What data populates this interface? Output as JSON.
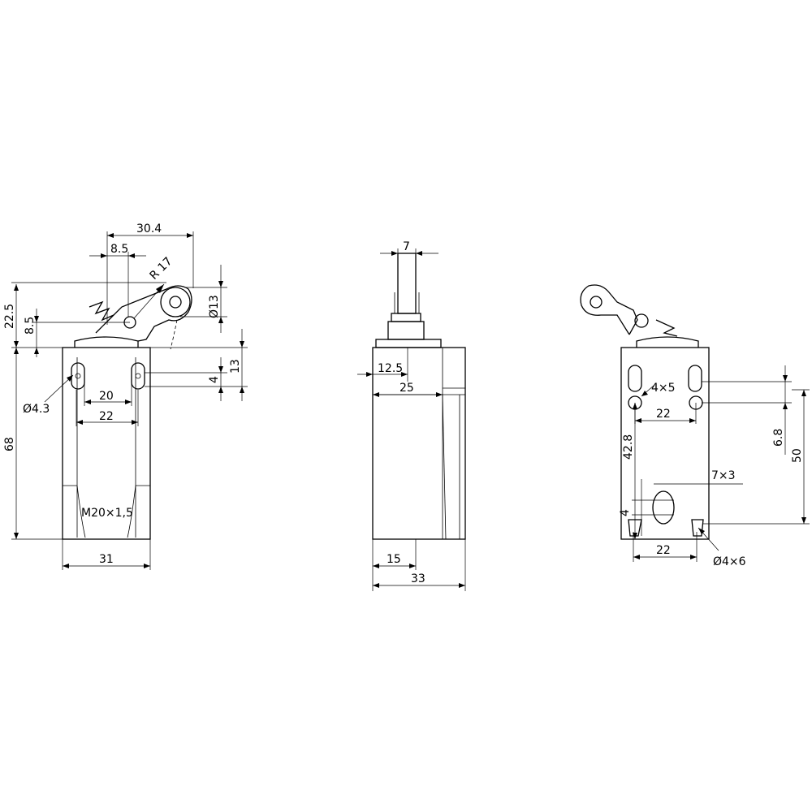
{
  "front_view": {
    "dims": {
      "d30_4": "30.4",
      "d8_5_top": "8.5",
      "r17": "R 17",
      "d22_5": "22.5",
      "d8_5_side": "8.5",
      "dia13": "Ø13",
      "d13": "13",
      "d4": "4",
      "dia4_3": "Ø4.3",
      "d20": "20",
      "d22": "22",
      "d68": "68",
      "thread": "M20×1,5",
      "d31": "31"
    }
  },
  "side_view": {
    "dims": {
      "d7": "7",
      "d12_5": "12.5",
      "d25": "25",
      "d15": "15",
      "d33": "33"
    }
  },
  "rear_view": {
    "dims": {
      "d4x5": "4×5",
      "d22_top": "22",
      "d42_8": "42.8",
      "d6_8": "6.8",
      "d50": "50",
      "d7x3": "7×3",
      "d4": "4",
      "d22_bottom": "22",
      "dia4x6": "Ø4×6"
    }
  }
}
